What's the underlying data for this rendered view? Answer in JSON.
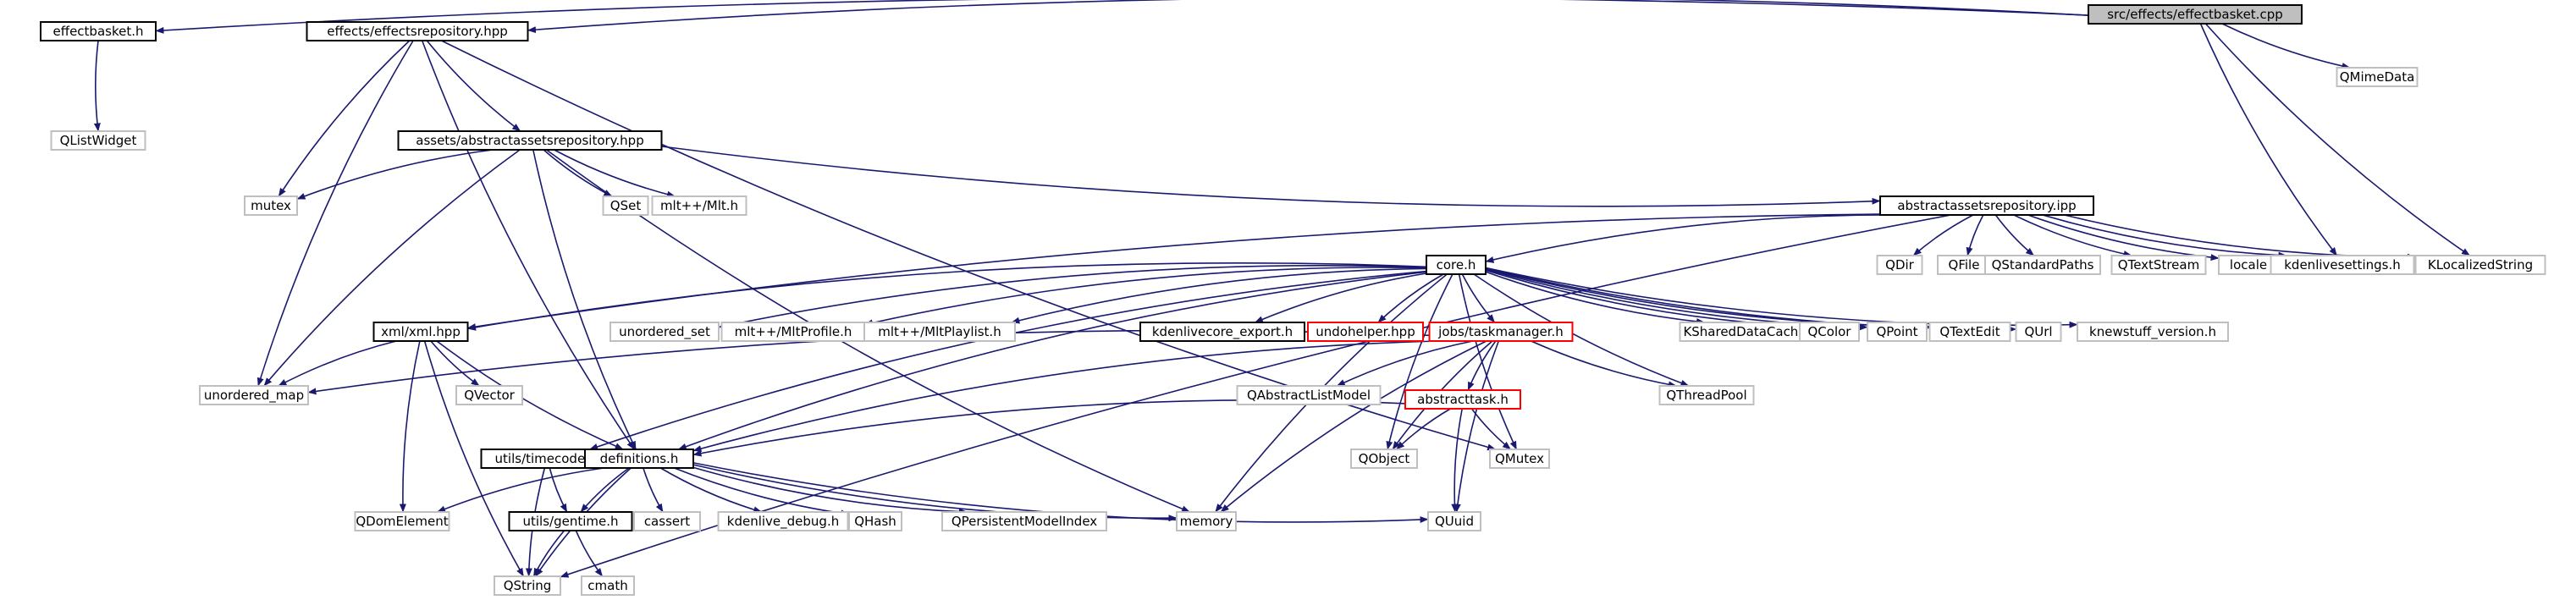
{
  "colors": {
    "edge": "#191970",
    "box_defined": "#000000",
    "box_undocumented": "#bfbfbf",
    "box_truncated": "#ff0000",
    "root_fill": "#bfbfbf"
  },
  "nodes": [
    {
      "id": "root",
      "label": "src/effects/effectbasket.cpp",
      "style": "root"
    },
    {
      "id": "effectbasket_h",
      "label": "effectbasket.h",
      "style": "defined"
    },
    {
      "id": "effectsrepo",
      "label": "effects/effectsrepository.hpp",
      "style": "defined"
    },
    {
      "id": "qmimedata",
      "label": "QMimeData",
      "style": "undocumented"
    },
    {
      "id": "qlistwidget",
      "label": "QListWidget",
      "style": "undocumented"
    },
    {
      "id": "absrepo_hpp",
      "label": "assets/abstractassetsrepository.hpp",
      "style": "defined"
    },
    {
      "id": "mutex",
      "label": "mutex",
      "style": "undocumented"
    },
    {
      "id": "qset",
      "label": "QSet",
      "style": "undocumented"
    },
    {
      "id": "mlt",
      "label": "mlt++/Mlt.h",
      "style": "undocumented"
    },
    {
      "id": "absrepo_ipp",
      "label": "abstractassetsrepository.ipp",
      "style": "defined"
    },
    {
      "id": "qdir",
      "label": "QDir",
      "style": "undocumented"
    },
    {
      "id": "qfile",
      "label": "QFile",
      "style": "undocumented"
    },
    {
      "id": "qstdpaths",
      "label": "QStandardPaths",
      "style": "undocumented"
    },
    {
      "id": "qtextstream",
      "label": "QTextStream",
      "style": "undocumented"
    },
    {
      "id": "locale",
      "label": "locale",
      "style": "undocumented"
    },
    {
      "id": "kdensettings",
      "label": "kdenlivesettings.h",
      "style": "undocumented"
    },
    {
      "id": "klocalized",
      "label": "KLocalizedString",
      "style": "undocumented"
    },
    {
      "id": "core_h",
      "label": "core.h",
      "style": "defined"
    },
    {
      "id": "xml_hpp",
      "label": "xml/xml.hpp",
      "style": "defined"
    },
    {
      "id": "unordered_set",
      "label": "unordered_set",
      "style": "undocumented"
    },
    {
      "id": "mltprofile",
      "label": "mlt++/MltProfile.h",
      "style": "undocumented"
    },
    {
      "id": "mltplaylist",
      "label": "mlt++/MltPlaylist.h",
      "style": "undocumented"
    },
    {
      "id": "kdencore_export",
      "label": "kdenlivecore_export.h",
      "style": "defined"
    },
    {
      "id": "undohelper",
      "label": "undohelper.hpp",
      "style": "truncated"
    },
    {
      "id": "taskmanager",
      "label": "jobs/taskmanager.h",
      "style": "truncated"
    },
    {
      "id": "kshared",
      "label": "KSharedDataCache",
      "style": "undocumented"
    },
    {
      "id": "qcolor",
      "label": "QColor",
      "style": "undocumented"
    },
    {
      "id": "qpoint",
      "label": "QPoint",
      "style": "undocumented"
    },
    {
      "id": "qtextedit",
      "label": "QTextEdit",
      "style": "undocumented"
    },
    {
      "id": "qurl",
      "label": "QUrl",
      "style": "undocumented"
    },
    {
      "id": "knewstuff",
      "label": "knewstuff_version.h",
      "style": "undocumented"
    },
    {
      "id": "unordered_map",
      "label": "unordered_map",
      "style": "undocumented"
    },
    {
      "id": "qvector",
      "label": "QVector",
      "style": "undocumented"
    },
    {
      "id": "qabslistmodel",
      "label": "QAbstractListModel",
      "style": "undocumented"
    },
    {
      "id": "qthreadpool",
      "label": "QThreadPool",
      "style": "undocumented"
    },
    {
      "id": "abstracttask",
      "label": "abstracttask.h",
      "style": "truncated"
    },
    {
      "id": "utils_timecode",
      "label": "utils/timecode.h",
      "style": "defined"
    },
    {
      "id": "definitions",
      "label": "definitions.h",
      "style": "defined"
    },
    {
      "id": "qobject",
      "label": "QObject",
      "style": "undocumented"
    },
    {
      "id": "qmutex",
      "label": "QMutex",
      "style": "undocumented"
    },
    {
      "id": "qdomelement",
      "label": "QDomElement",
      "style": "undocumented"
    },
    {
      "id": "utils_gentime",
      "label": "utils/gentime.h",
      "style": "defined"
    },
    {
      "id": "cassert",
      "label": "cassert",
      "style": "undocumented"
    },
    {
      "id": "kdendebug",
      "label": "kdenlive_debug.h",
      "style": "undocumented"
    },
    {
      "id": "qhash",
      "label": "QHash",
      "style": "undocumented"
    },
    {
      "id": "qpersistent",
      "label": "QPersistentModelIndex",
      "style": "undocumented"
    },
    {
      "id": "memory",
      "label": "memory",
      "style": "undocumented"
    },
    {
      "id": "quuid",
      "label": "QUuid",
      "style": "undocumented"
    },
    {
      "id": "qstring",
      "label": "QString",
      "style": "undocumented"
    },
    {
      "id": "cmath",
      "label": "cmath",
      "style": "undocumented"
    }
  ],
  "edges": [
    [
      "root",
      "effectbasket_h"
    ],
    [
      "root",
      "effectsrepo"
    ],
    [
      "root",
      "qmimedata"
    ],
    [
      "root",
      "kdensettings"
    ],
    [
      "root",
      "klocalized"
    ],
    [
      "effectbasket_h",
      "qlistwidget"
    ],
    [
      "effectsrepo",
      "absrepo_hpp"
    ],
    [
      "effectsrepo",
      "mutex"
    ],
    [
      "effectsrepo",
      "unordered_map"
    ],
    [
      "effectsrepo",
      "definitions"
    ],
    [
      "effectsrepo",
      "qmutex"
    ],
    [
      "absrepo_hpp",
      "mutex"
    ],
    [
      "absrepo_hpp",
      "qset"
    ],
    [
      "absrepo_hpp",
      "mlt"
    ],
    [
      "absrepo_hpp",
      "absrepo_ipp"
    ],
    [
      "absrepo_hpp",
      "unordered_map"
    ],
    [
      "absrepo_hpp",
      "definitions"
    ],
    [
      "absrepo_hpp",
      "memory"
    ],
    [
      "absrepo_ipp",
      "core_h"
    ],
    [
      "absrepo_ipp",
      "xml_hpp"
    ],
    [
      "absrepo_ipp",
      "qdir"
    ],
    [
      "absrepo_ipp",
      "qfile"
    ],
    [
      "absrepo_ipp",
      "qstdpaths"
    ],
    [
      "absrepo_ipp",
      "qtextstream"
    ],
    [
      "absrepo_ipp",
      "locale"
    ],
    [
      "absrepo_ipp",
      "kdensettings"
    ],
    [
      "absrepo_ipp",
      "klocalized"
    ],
    [
      "absrepo_ipp",
      "qstring"
    ],
    [
      "core_h",
      "xml_hpp"
    ],
    [
      "core_h",
      "unordered_set"
    ],
    [
      "core_h",
      "mltprofile"
    ],
    [
      "core_h",
      "mltplaylist"
    ],
    [
      "core_h",
      "kdencore_export"
    ],
    [
      "core_h",
      "undohelper"
    ],
    [
      "core_h",
      "taskmanager"
    ],
    [
      "core_h",
      "kshared"
    ],
    [
      "core_h",
      "qcolor"
    ],
    [
      "core_h",
      "qpoint"
    ],
    [
      "core_h",
      "qtextedit"
    ],
    [
      "core_h",
      "qurl"
    ],
    [
      "core_h",
      "knewstuff"
    ],
    [
      "core_h",
      "qthreadpool"
    ],
    [
      "core_h",
      "utils_timecode"
    ],
    [
      "core_h",
      "definitions"
    ],
    [
      "core_h",
      "memory"
    ],
    [
      "core_h",
      "qobject"
    ],
    [
      "core_h",
      "qmutex"
    ],
    [
      "xml_hpp",
      "unordered_map"
    ],
    [
      "xml_hpp",
      "qvector"
    ],
    [
      "xml_hpp",
      "qdomelement"
    ],
    [
      "xml_hpp",
      "definitions"
    ],
    [
      "xml_hpp",
      "qstring"
    ],
    [
      "taskmanager",
      "unordered_map"
    ],
    [
      "taskmanager",
      "qabslistmodel"
    ],
    [
      "taskmanager",
      "qthreadpool"
    ],
    [
      "taskmanager",
      "abstracttask"
    ],
    [
      "taskmanager",
      "definitions"
    ],
    [
      "taskmanager",
      "qobject"
    ],
    [
      "taskmanager",
      "memory"
    ],
    [
      "taskmanager",
      "quuid"
    ],
    [
      "abstracttask",
      "definitions"
    ],
    [
      "abstracttask",
      "qobject"
    ],
    [
      "abstracttask",
      "qmutex"
    ],
    [
      "abstracttask",
      "quuid"
    ],
    [
      "utils_timecode",
      "utils_gentime"
    ],
    [
      "utils_timecode",
      "qstring"
    ],
    [
      "definitions",
      "qdomelement"
    ],
    [
      "definitions",
      "utils_gentime"
    ],
    [
      "definitions",
      "cassert"
    ],
    [
      "definitions",
      "kdendebug"
    ],
    [
      "definitions",
      "qhash"
    ],
    [
      "definitions",
      "qpersistent"
    ],
    [
      "definitions",
      "memory"
    ],
    [
      "definitions",
      "quuid"
    ],
    [
      "definitions",
      "qstring"
    ],
    [
      "utils_gentime",
      "qstring"
    ],
    [
      "utils_gentime",
      "cmath"
    ]
  ]
}
